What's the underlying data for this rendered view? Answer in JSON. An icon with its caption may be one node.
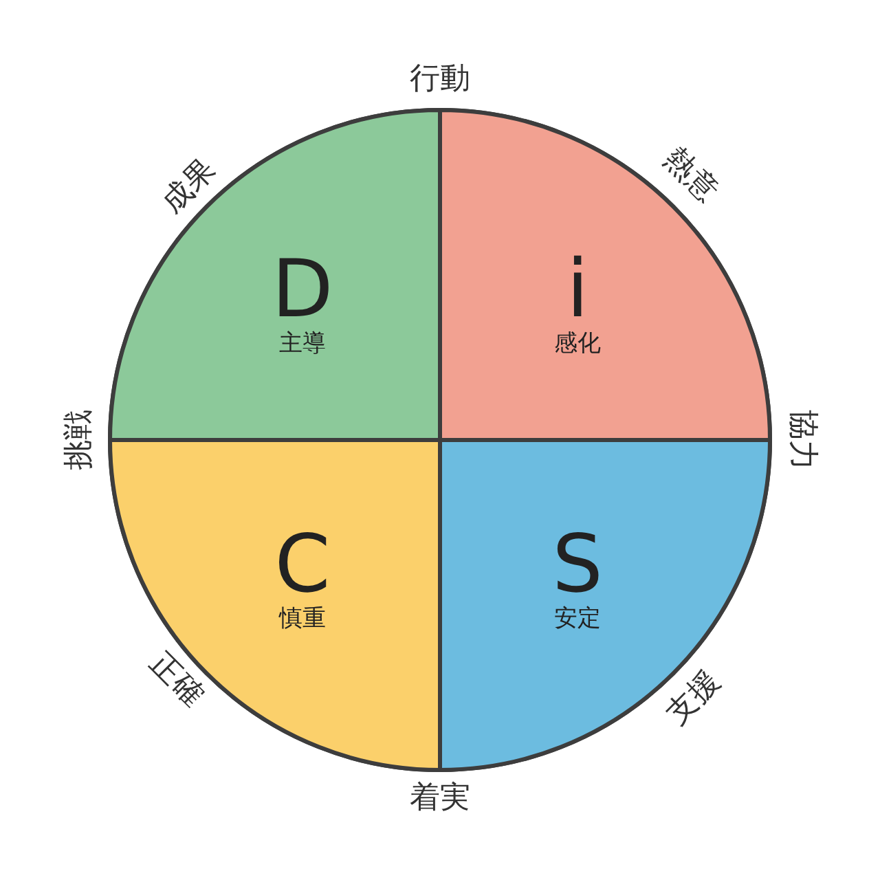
{
  "diagram": {
    "nodes": [
      {
        "text": [
          "D",
          "主導"
        ]
      },
      {
        "text": [
          "i",
          "感化"
        ]
      },
      {
        "text": [
          "C",
          "慎重"
        ]
      },
      {
        "text": [
          "S",
          "安定"
        ]
      }
    ],
    "labels": [
      "行動",
      "成果",
      "熱意",
      "挑戦",
      "協力",
      "正確",
      "支援",
      "着実"
    ]
  }
}
